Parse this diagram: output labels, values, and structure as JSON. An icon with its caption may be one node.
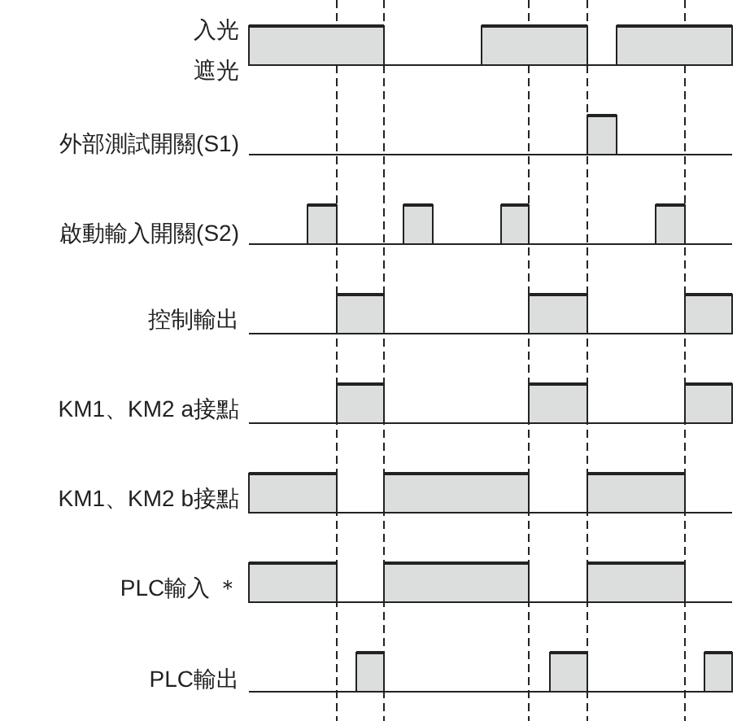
{
  "diagram": {
    "labels": [
      "入光",
      "遮光",
      "外部測試開關(S1)",
      "啟動輸入開關(S2)",
      "控制輸出",
      "KM1、KM2 a接點",
      "KM1、KM2 b接點",
      "PLC輸入 ＊",
      "PLC輸出"
    ]
  }
}
